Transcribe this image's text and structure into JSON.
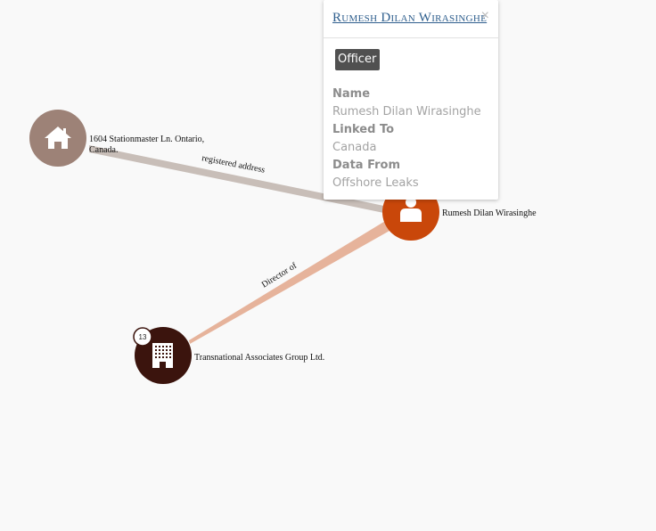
{
  "colors": {
    "background": "#f9f9f9",
    "address_node": "#9d8277",
    "officer_node": "#c9470a",
    "entity_node": "#3b140d",
    "edge_address": "#c8beb8",
    "edge_officer": "#e6b39b",
    "title_link": "#2f5f8e",
    "badge_bg": "#505050"
  },
  "graph": {
    "nodes": {
      "address": {
        "icon": "house-icon",
        "label_line1": "1604 Stationmaster Ln. Ontario,",
        "label_line2": "Canada."
      },
      "officer": {
        "icon": "person-icon",
        "label": "Rumesh Dilan Wirasinghe"
      },
      "entity": {
        "icon": "building-icon",
        "label": "Transnational Associates Group Ltd.",
        "badge_count": "13"
      }
    },
    "edges": {
      "registered_address": {
        "label": "registered address"
      },
      "director_of": {
        "label": "Director of"
      }
    }
  },
  "popup": {
    "title": "Rumesh Dilan Wirasinghe",
    "close_symbol": "×",
    "type_badge": "Officer",
    "fields": [
      {
        "label": "Name",
        "value": "Rumesh Dilan Wirasinghe"
      },
      {
        "label": "Linked To",
        "value": "Canada"
      },
      {
        "label": "Data From",
        "value": "Offshore Leaks"
      }
    ]
  }
}
